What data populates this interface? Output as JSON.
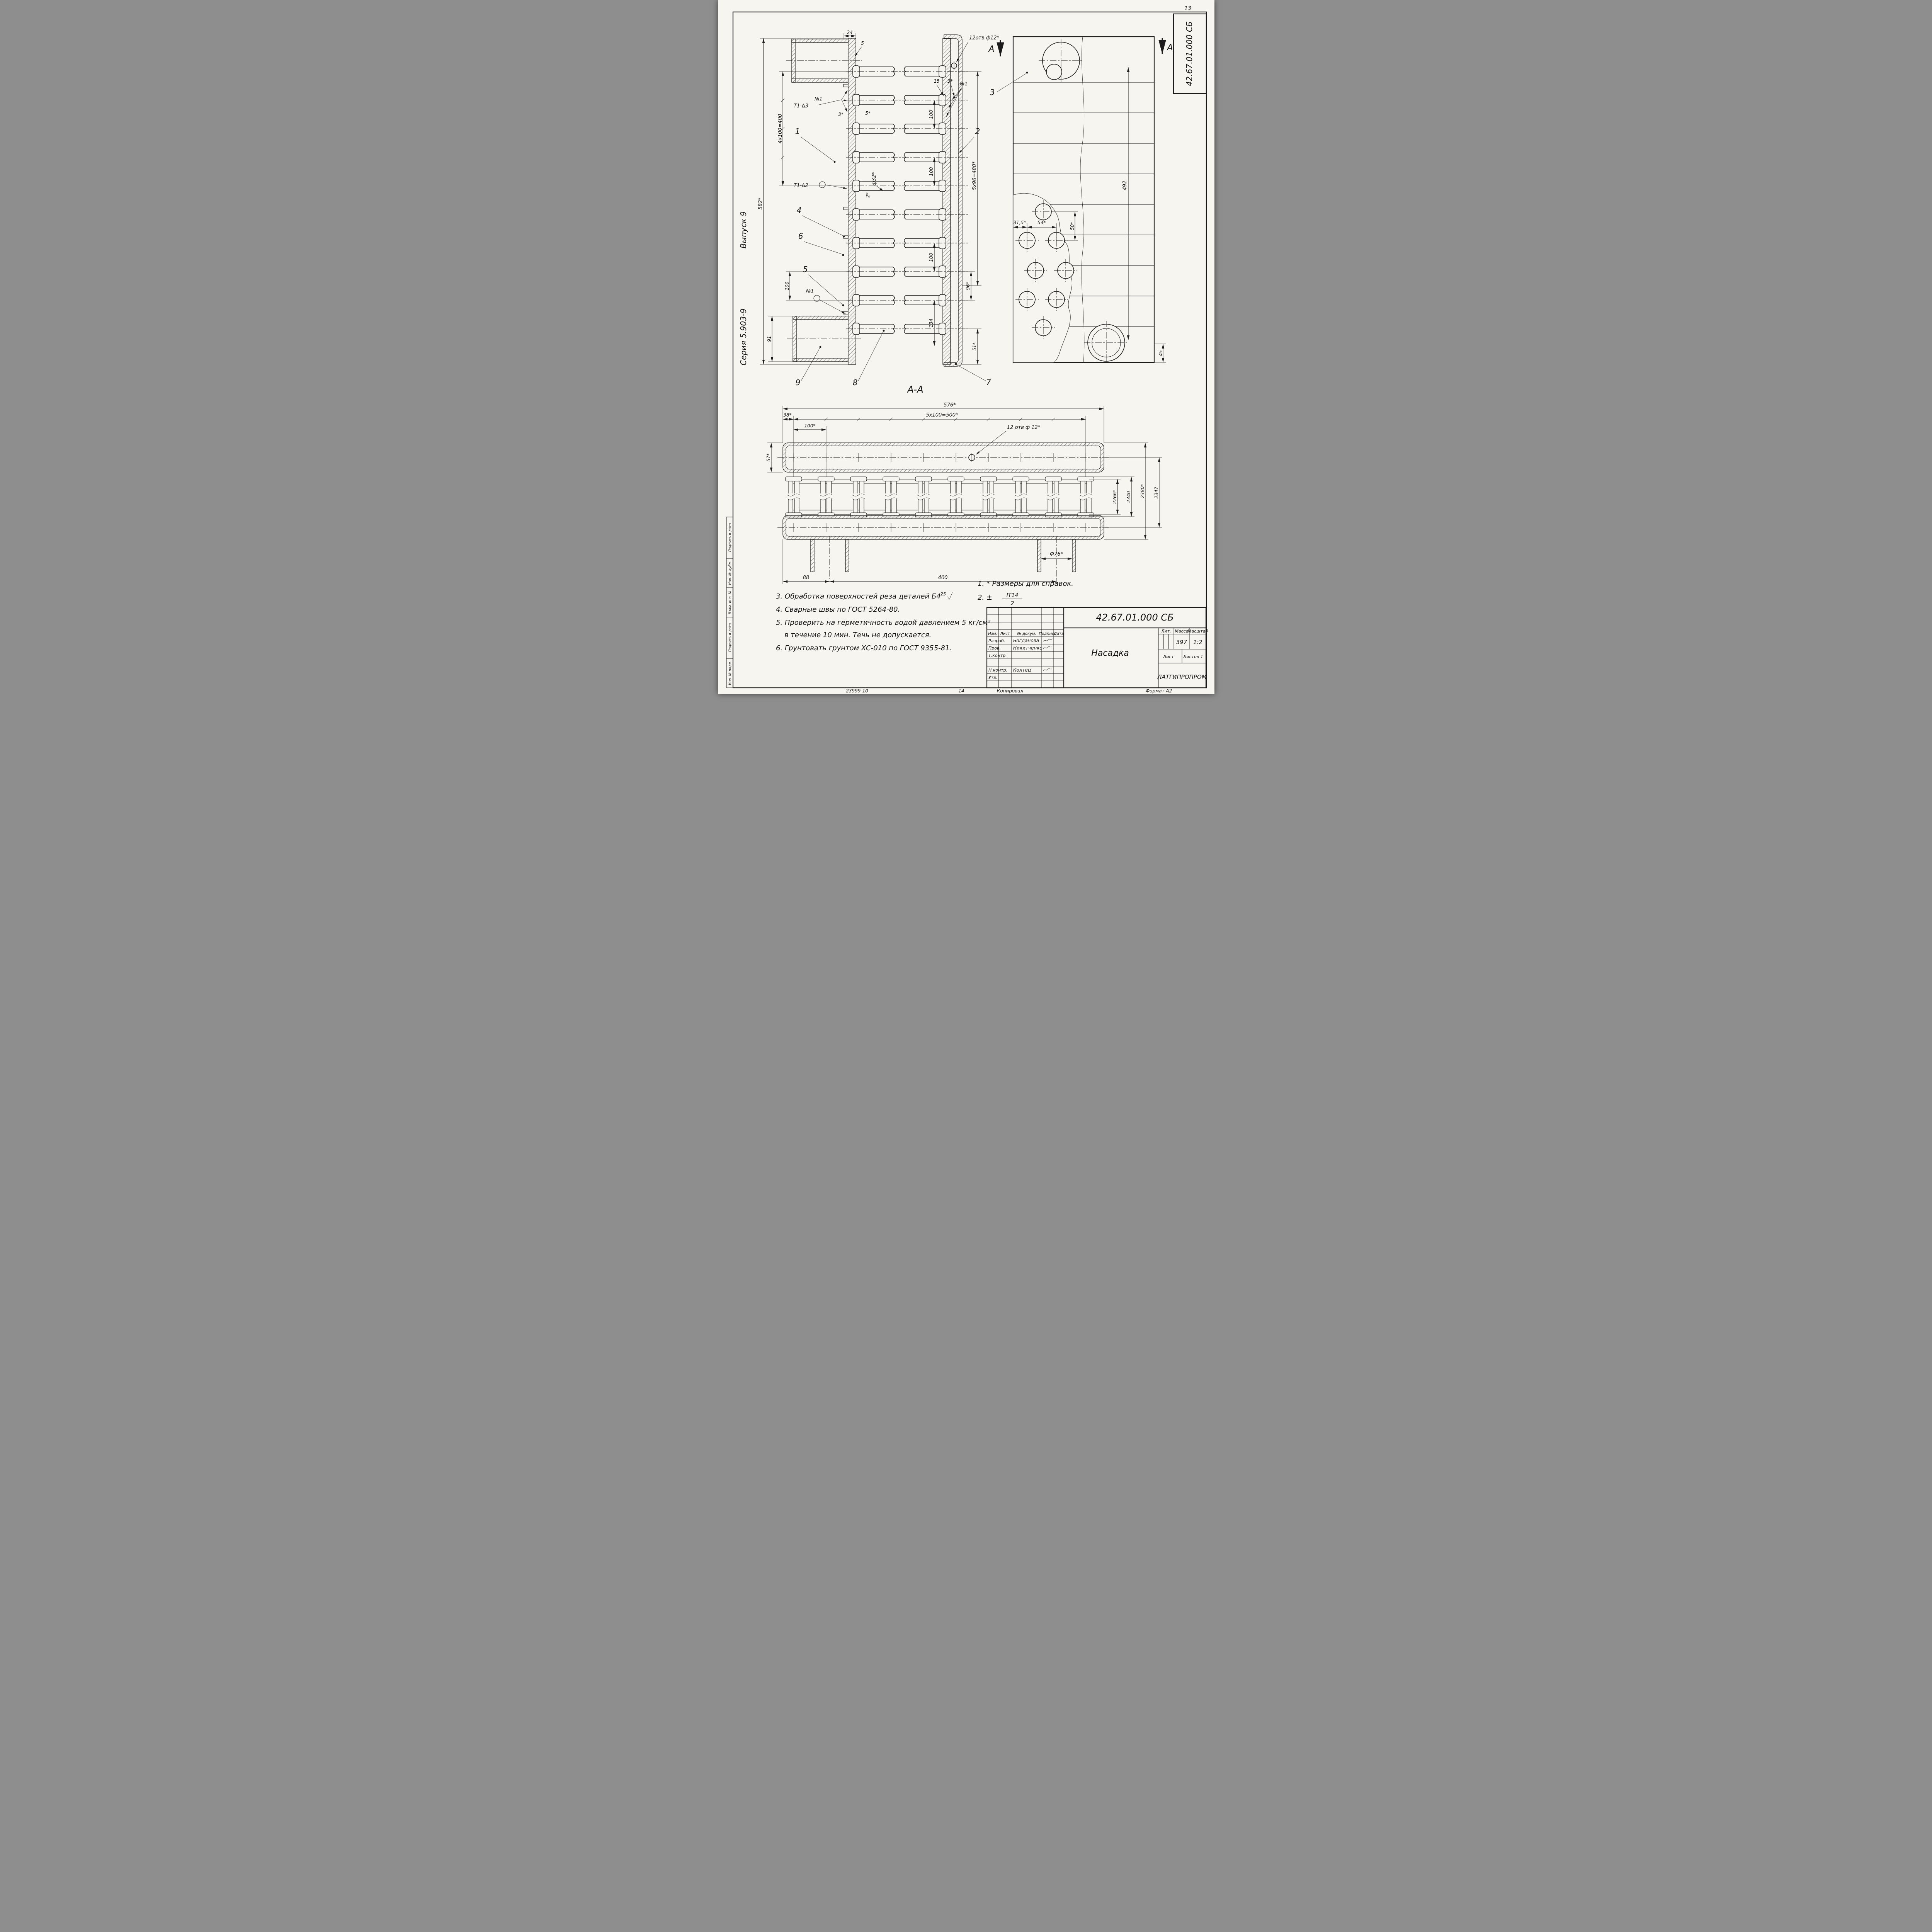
{
  "page": {
    "number": "13"
  },
  "stamp": {
    "doc": "42.67.01.000 СБ"
  },
  "margin": {
    "issue": "Выпуск 9",
    "series": "Серия 5.903-9",
    "strip1": "Подпись и дата",
    "strip2": "Инв. № дубл.",
    "strip3": "Взам. инв. №",
    "strip4": "Подпись и дата",
    "strip5": "Инв. № подл."
  },
  "footer": {
    "order": "23999-10",
    "num": "14",
    "copied": "Копировал",
    "format": "Формат А2"
  },
  "front": {
    "dim24": "24",
    "dim5top": "5",
    "dim15": "15",
    "dim3top": "3*",
    "no1top": "№1",
    "holes": "12отв.ф12*",
    "dim582": "582*",
    "dim4x100": "4x100=400",
    "dim100l": "100",
    "dim91": "91",
    "weld1": "Т1-∆3",
    "no1mid": "№1",
    "dim3mid": "3*",
    "dim5mid": "5*",
    "weld2": "Т1-∆2",
    "tubedia": "ф32*",
    "dim2": "2*",
    "dim5x96": "5x96=480*",
    "dim100r1": "100",
    "dim100r2": "100",
    "dim100r3": "100",
    "dim96": "96*",
    "dim134": "134",
    "dim51": "51*",
    "no1bot": "№1",
    "c1": "1",
    "c2": "2",
    "c4": "4",
    "c5": "5",
    "c6": "6",
    "c7": "7",
    "c8": "8",
    "c9": "9"
  },
  "side": {
    "aL": "А",
    "aR": "А",
    "c3": "3",
    "dim492": "492",
    "dim315": "31,5*",
    "dim54": "54*",
    "dim50": "50*",
    "dim45": "45"
  },
  "section": {
    "title": "А-А",
    "dim576": "576*",
    "dim38": "38*",
    "dim5x100": "5x100=500*",
    "dim100": "100*",
    "holes": "12 отв ф 12*",
    "dim57": "57*",
    "dim88": "88",
    "dim400": "400",
    "dim76": "Ф76*",
    "dim2266": "2266*",
    "dim2340": "2340",
    "dim2380": "2380*",
    "dim2347": "2347"
  },
  "notes": {
    "n1": "1. * Размеры для справок.",
    "n2pre": "2. ±",
    "n2num": "IT14",
    "n2den": "2",
    "n3": "3. Обработка поверхностей реза деталей Б4",
    "n3mark": "25",
    "n4": "4. Сварные швы по ГОСТ 5264-80.",
    "n5a": "5. Проверить на герметичность водой давлением 5 кг/см²",
    "n5b": "в течение 10 мин. Течь не допускается.",
    "n6": "6. Грунтовать грунтом ХС-010 по ГОСТ 9355-81."
  },
  "tb": {
    "doc": "42.67.01.000 СБ",
    "name": "Насадка",
    "lit": "Лит.",
    "massl": "Масса",
    "scalel": "Масштаб",
    "mass": "397",
    "scale": "1:2",
    "sheetl": "Лист",
    "sheetsl": "Листов 1",
    "org": "ЛАТГИПРОПРОМ",
    "hizm": "Изм.",
    "hlist": "Лист",
    "hdoc": "№ докум.",
    "hsign": "Подпись",
    "hdate": "Дата",
    "r1": "Разраб.",
    "n1": "Богданова",
    "r2": "Пров.",
    "n2": "Никитченко",
    "r3": "Т.контр.",
    "r4": "Н.контр.",
    "n4": "Колтец",
    "r5": "Утв."
  }
}
